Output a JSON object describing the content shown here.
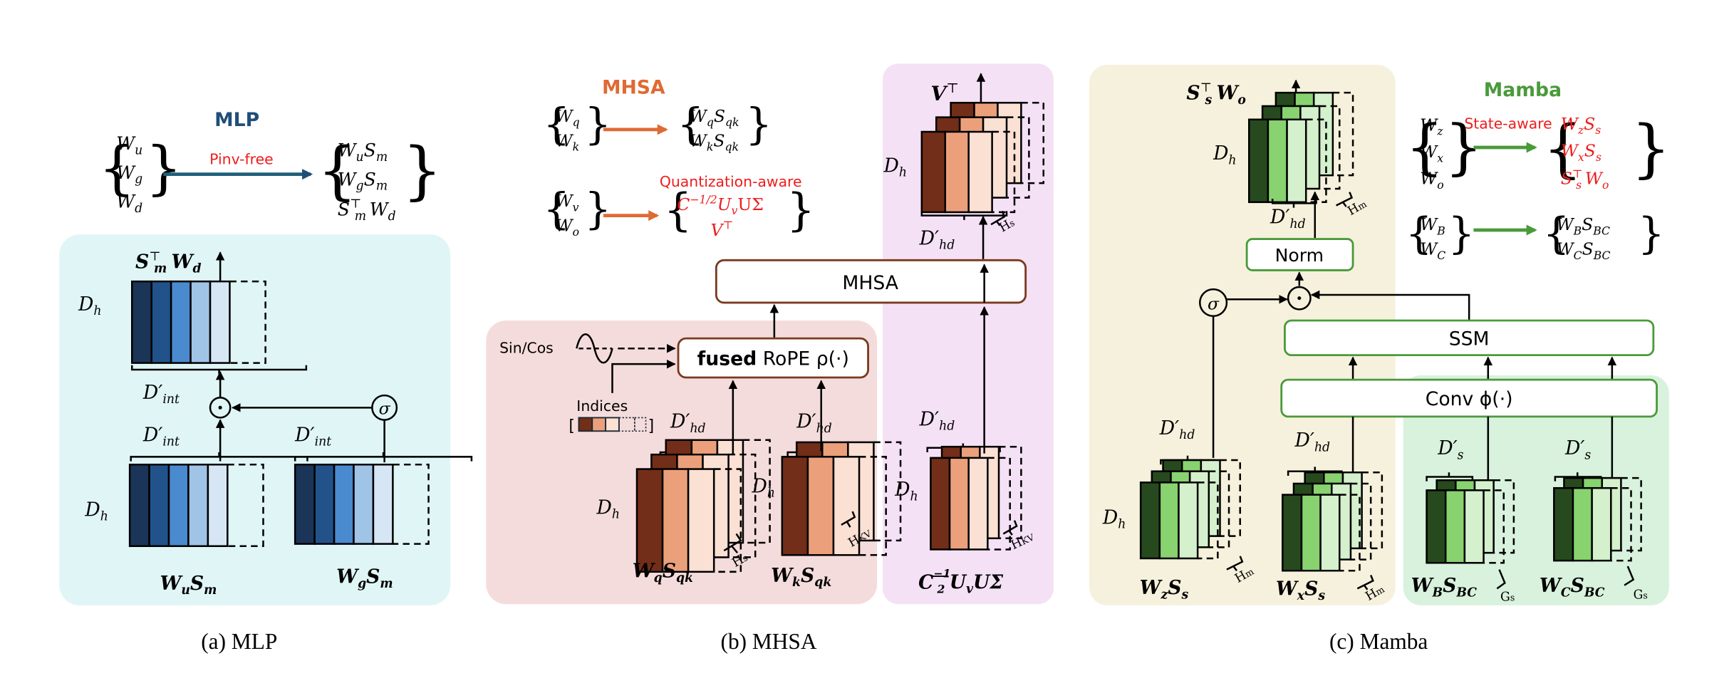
{
  "colors": {
    "mlp_blue": "#1f4e79",
    "mhsa_orange": "#e06a33",
    "mamba_green": "#4a9a3a",
    "highlight_red": "#ee1c1c",
    "mlp_panel_bg": "#e0f5f6",
    "mhsa_panel_bg": "#f5dcdc",
    "mhsa_v_panel_bg": "#f5e1f6",
    "mamba_panel_bg": "#f6f1dc",
    "mamba_bc_panel_bg": "#d8f2dd",
    "blue_shades": [
      "#1a3558",
      "#22528a",
      "#4a8acf",
      "#a0c4e6",
      "#d6e6f4"
    ],
    "brown_shades": [
      "#722e18",
      "#eba07b",
      "#fbe0d4"
    ],
    "green_shades": [
      "#27491e",
      "#88d270",
      "#d4f0cc"
    ],
    "brown_box_border": "#7a3a1e"
  },
  "mlp": {
    "title": "MLP",
    "arrow_label": "Pinv-free",
    "inputs": [
      "W_u",
      "W_g",
      "W_d"
    ],
    "outputs": [
      "W_u S_m",
      "W_g S_m",
      "S_m^T W_d"
    ],
    "diagram": {
      "output_label": "S_m^T W_d",
      "dim_label_h": "D_h",
      "dim_label_int": "D'_int",
      "up_label": "W_u S_m",
      "gate_label": "W_g S_m",
      "hadamard_symbol": "⊙",
      "activation_symbol": "σ"
    },
    "caption": "(a) MLP"
  },
  "mhsa": {
    "title": "MHSA",
    "qk_inputs": [
      "W_q",
      "W_k"
    ],
    "qk_outputs": [
      "W_q S_qk",
      "W_k S_qk"
    ],
    "vo_label": "Quantization-aware",
    "vo_inputs": [
      "W_v",
      "W_o"
    ],
    "vo_outputs": [
      "C^{-1/2} U_v UΣ",
      "V^T"
    ],
    "diagram": {
      "attention_box": "MHSA",
      "rope_box_bold": "fused",
      "rope_box_rest": "RoPE ρ(·)",
      "sincos_label": "Sin/Cos",
      "indices_label": "Indices",
      "q_label": "W_q S_qk",
      "k_label": "W_k S_qk",
      "v_label": "C^{-1/2} U_v UΣ",
      "o_label": "V^T",
      "dim_label_h": "D_h",
      "dim_label_hd": "D'_hd",
      "heads_s": "H_s",
      "heads_kv": "H_kv"
    },
    "caption": "(b) MHSA"
  },
  "mamba": {
    "title": "Mamba",
    "arrow_label": "State-aware",
    "zxo_inputs": [
      "W_z",
      "W_x",
      "W_o"
    ],
    "zxo_outputs": [
      "W_z S_s",
      "W_x S_s",
      "S_s^T W_o"
    ],
    "bc_inputs": [
      "W_B",
      "W_C"
    ],
    "bc_outputs": [
      "W_B S_BC",
      "W_C S_BC"
    ],
    "diagram": {
      "norm_box": "Norm",
      "ssm_box": "SSM",
      "conv_box": "Conv ϕ(·)",
      "output_label": "S_s^T W_o",
      "z_label": "W_z S_s",
      "x_label": "W_x S_s",
      "b_label": "W_B S_BC",
      "c_label": "W_C S_BC",
      "dim_label_h": "D_h",
      "dim_label_hd": "D'_hd",
      "dim_label_s": "D'_s",
      "heads_m": "H_m",
      "groups_s": "G_s",
      "hadamard_symbol": "⊙",
      "activation_symbol": "σ"
    },
    "caption": "(c) Mamba"
  }
}
